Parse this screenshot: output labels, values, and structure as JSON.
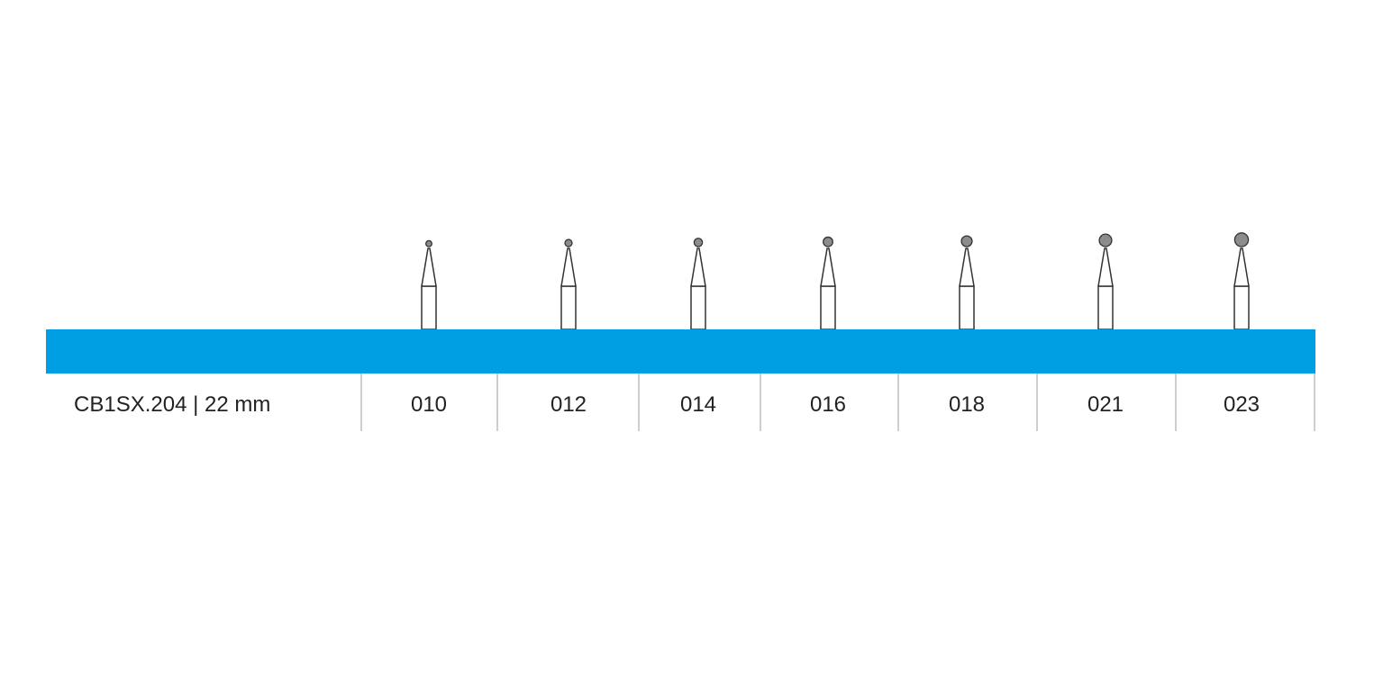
{
  "product": {
    "label": "CB1SX.204 | 22 mm"
  },
  "colors": {
    "band": "#009fe3",
    "head": "#8c8c8c",
    "outline": "#333333",
    "divider": "#bdbdbd",
    "text": "#222222"
  },
  "burs": [
    {
      "size": "010",
      "head_diameter_mm": 1.0
    },
    {
      "size": "012",
      "head_diameter_mm": 1.2
    },
    {
      "size": "014",
      "head_diameter_mm": 1.4
    },
    {
      "size": "016",
      "head_diameter_mm": 1.6
    },
    {
      "size": "018",
      "head_diameter_mm": 1.8
    },
    {
      "size": "021",
      "head_diameter_mm": 2.1
    },
    {
      "size": "023",
      "head_diameter_mm": 2.3
    }
  ]
}
